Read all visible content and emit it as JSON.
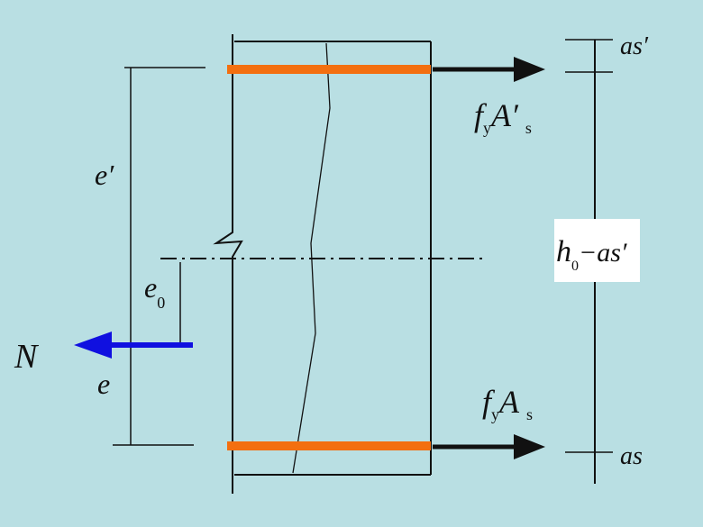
{
  "diagram": {
    "colors": {
      "background": "#b9dfe3",
      "rebar": "#f36f10",
      "force_N": "#1010e0",
      "line": "#111111"
    },
    "labels": {
      "e_prime": "e′",
      "e0_main": "e",
      "e0_sub": "0",
      "N": "N",
      "e": "e",
      "fyAs_prime_f": "f",
      "fyAs_prime_y": "y",
      "fyAs_prime_A": "A′",
      "fyAs_prime_s": "s",
      "fyAs_f": "f",
      "fyAs_y": "y",
      "fyAs_A": "A",
      "fyAs_s": "s",
      "as_prime": "as′",
      "h0_h": "h",
      "h0_sub": "0",
      "h0_rest": "−as′",
      "as": "as"
    }
  }
}
